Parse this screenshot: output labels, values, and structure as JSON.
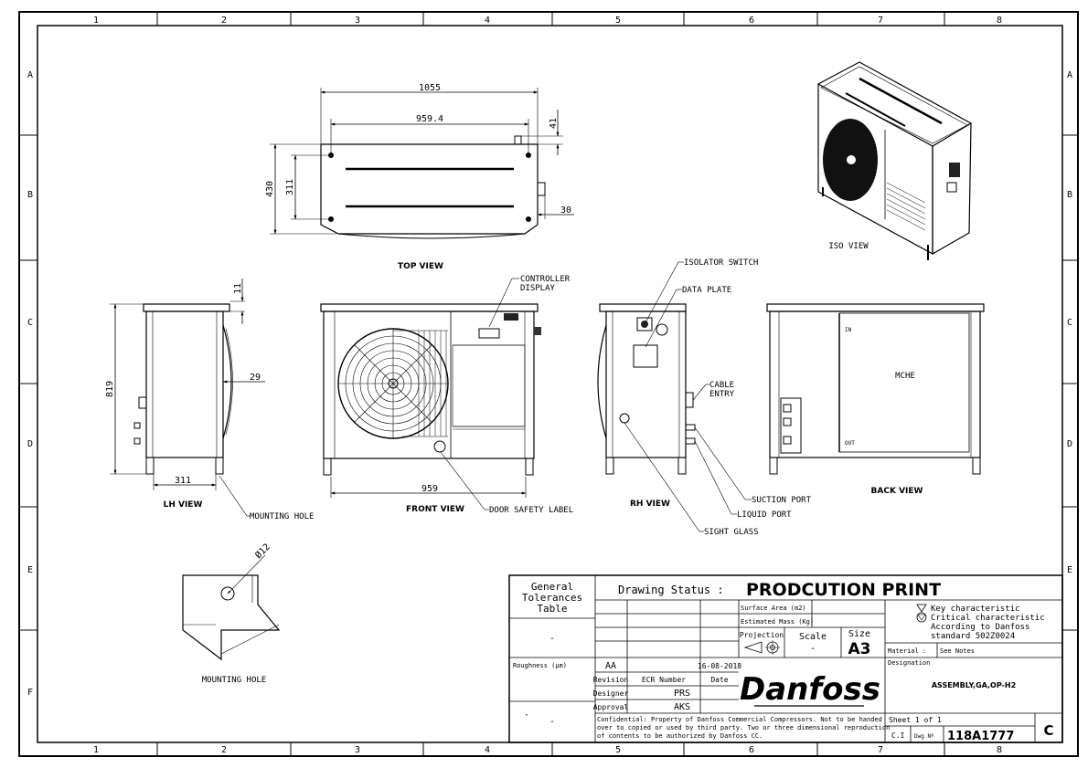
{
  "frame": {
    "columns": [
      "1",
      "2",
      "3",
      "4",
      "5",
      "6",
      "7",
      "8"
    ],
    "rows": [
      "A",
      "B",
      "C",
      "D",
      "E",
      "F"
    ]
  },
  "dimensions": {
    "top_width": "1055",
    "top_inner": "959.4",
    "top_small": "41",
    "top_depth": "430",
    "top_depth_inner": "311",
    "top_side": "30",
    "lh_height": "819",
    "lh_top": "11",
    "lh_fan": "29",
    "lh_base": "311",
    "front_base": "959",
    "hole_dia": "Ø12"
  },
  "views": {
    "top": "TOP VIEW",
    "iso": "ISO VIEW",
    "lh": "LH VIEW",
    "front": "FRONT VIEW",
    "rh": "RH VIEW",
    "back": "BACK VIEW",
    "mche": "MCHE",
    "in": "IN",
    "out": "OUT",
    "mounting_hole_detail": "MOUNTING HOLE"
  },
  "callouts": {
    "controller": "CONTROLLER",
    "display": "DISPLAY",
    "isolator": "ISOLATOR SWITCH",
    "data_plate": "DATA PLATE",
    "cable": "CABLE",
    "entry": "ENTRY",
    "mounting_hole": "MOUNTING HOLE",
    "door_label": "DOOR SAFETY LABEL",
    "suction": "SUCTION PORT",
    "liquid": "LIQUID PORT",
    "sight_glass": "SIGHT GLASS"
  },
  "title_block": {
    "gen_tol_1": "General",
    "gen_tol_2": "Tolerances",
    "gen_tol_3": "Table",
    "dash1": "-",
    "roughness": "Roughness (µm)",
    "dot": "·",
    "dash2": "-",
    "drawing_status_label": "Drawing Status :",
    "drawing_status": "PRODCUTION PRINT",
    "surface_area": "Surface Area (m2)",
    "estimated_mass": "Estimated Mass (Kg)",
    "projection": "Projection",
    "scale_label": "Scale",
    "scale_value": "-",
    "size_label": "Size",
    "size_value": "A3",
    "key_char_1": "Key characteristic",
    "key_char_2": "Critical characteristic",
    "key_char_3": "According to Danfoss",
    "key_char_4": "standard 502Z0024",
    "material_label": "Material :",
    "material_value": "See Notes",
    "revision_code": "AA",
    "revision_date": "16-08-2018",
    "revision_label": "Revision",
    "ecr_label": "ECR Number",
    "date_label": "Date",
    "designer_label": "Designer",
    "designer_value": "PRS",
    "approval_label": "Approval",
    "approval_value": "AKS",
    "logo": "Danfoss",
    "designation_label": "Designation",
    "designation_value": "ASSEMBLY,GA,OP-H2",
    "confidential_1": "Confidential: Property of Danfoss Commercial Compressors. Not to be handed",
    "confidential_2": "over to copied or used by third party. Two or three dimensional reproduction",
    "confidential_3": "of contents to be authorized by Danfoss CC.",
    "sheet": "Sheet 1 of 1",
    "ci": "C.I",
    "dwg_label": "Dwg Nº",
    "dwg_number": "118A1777",
    "rev_letter": "C"
  }
}
